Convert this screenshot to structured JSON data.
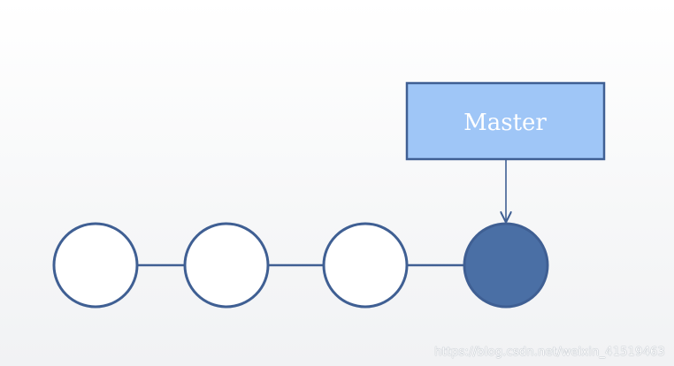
{
  "diagram": {
    "branch_label": "Master",
    "commits": [
      {
        "id": "c1",
        "state": "empty"
      },
      {
        "id": "c2",
        "state": "empty"
      },
      {
        "id": "c3",
        "state": "empty"
      },
      {
        "id": "c4",
        "state": "filled"
      }
    ],
    "points_to": "c4"
  },
  "colors": {
    "stroke": "#3f5f93",
    "node_fill_empty": "#ffffff",
    "node_fill_filled": "#4a6fa5",
    "label_fill": "#9fc6f7",
    "label_text": "#ffffff"
  },
  "watermark": "https://blog.csdn.net/weixin_41519463"
}
